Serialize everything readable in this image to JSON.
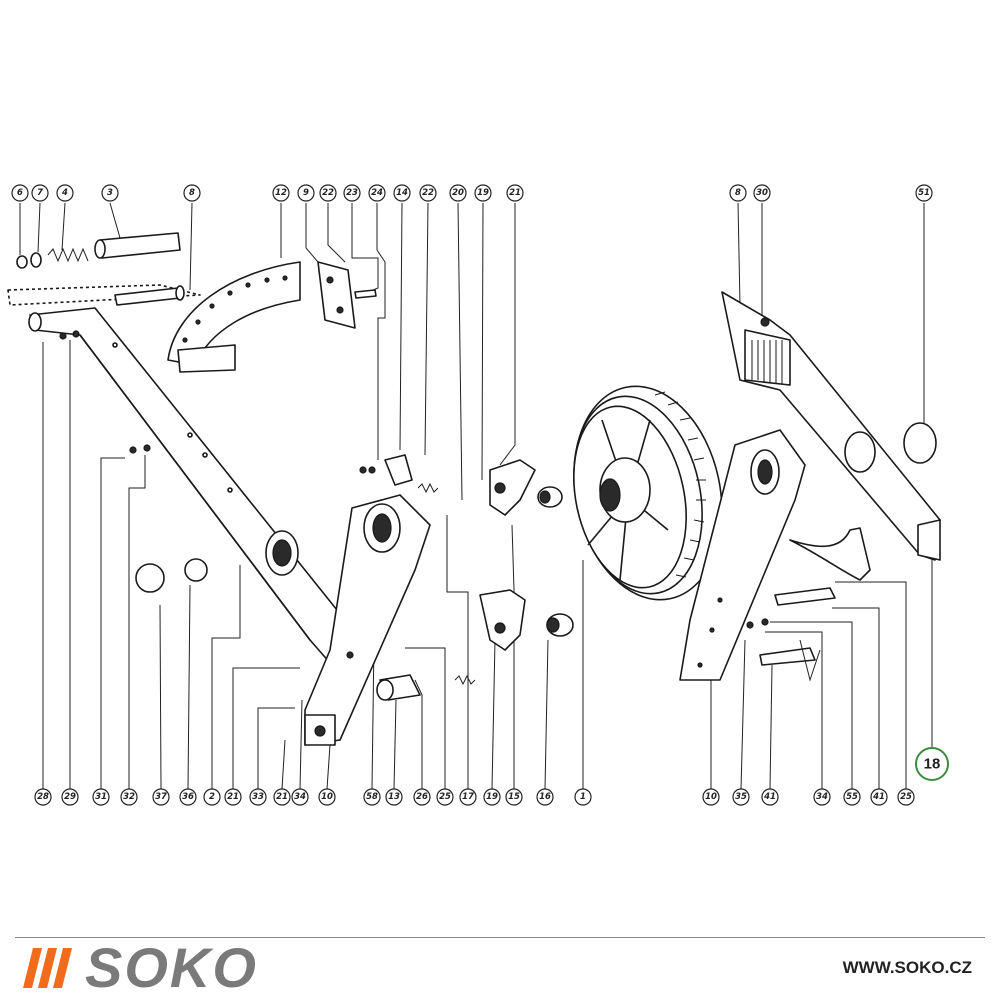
{
  "callouts_top_left": [
    "6",
    "7",
    "4",
    "3",
    "8",
    "12",
    "9",
    "22",
    "23",
    "24",
    "14",
    "22",
    "20",
    "19",
    "21"
  ],
  "callouts_top_right": [
    "8",
    "30",
    "51"
  ],
  "callouts_bottom": [
    "28",
    "29",
    "31",
    "32",
    "37",
    "36",
    "2",
    "21",
    "33",
    "21",
    "34",
    "10",
    "58",
    "13",
    "26",
    "25",
    "17",
    "19",
    "15",
    "16",
    "1",
    "10",
    "35",
    "41",
    "34",
    "55",
    "41",
    "25"
  ],
  "highlight_label": "18",
  "footer": {
    "brand": "SOKO",
    "url": "WWW.SOKO.CZ",
    "brand_color": "#f26a1b",
    "brand_text_color": "#7a7a7a"
  }
}
